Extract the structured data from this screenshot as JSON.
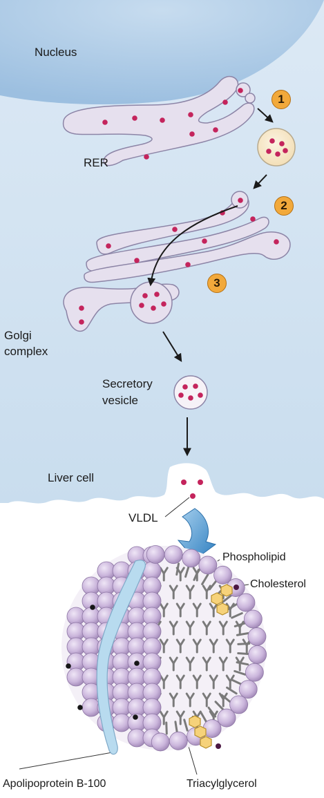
{
  "labels": {
    "nucleus": "Nucleus",
    "rer": "RER",
    "golgi_line1": "Golgi",
    "golgi_line2": "complex",
    "secretory_line1": "Secretory",
    "secretory_line2": "vesicle",
    "liver_cell": "Liver cell",
    "vldl": "VLDL",
    "phospholipid": "Phospholipid",
    "cholesterol": "Cholesterol",
    "apolipoprotein": "Apolipoprotein B-100",
    "triacylglycerol": "Triacylglycerol"
  },
  "steps": [
    "1",
    "2",
    "3"
  ],
  "colors": {
    "cytoplasm": "#d3e5f3",
    "nucleus": "#a9c9e6",
    "membrane_fill": "#e6e0ee",
    "membrane_stroke": "#8c84a6",
    "cargo": "#c4245c",
    "step_badge": "#f2a93b",
    "phospholipid_head": "#c9b4d9",
    "apolipoprotein": "#b8dbef",
    "cholesterol": "#f6d27a"
  }
}
